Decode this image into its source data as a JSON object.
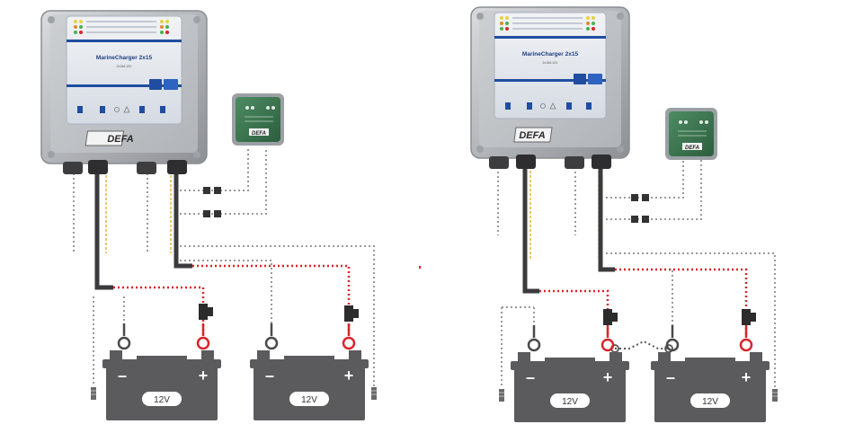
{
  "colors": {
    "wire_red": "#d8262b",
    "wire_dark": "#3b3b3d",
    "wire_dotted_grey": "#9a9a9a",
    "wire_yellow": "#e5b53a",
    "battery_body": "#5b5b5e",
    "charger_case": "#b9bcc0",
    "panel_blue": "#1f4ea1",
    "remote_green": "#3d7a55"
  },
  "left_setup": {
    "charger": {
      "model": "MarineCharger 2x15",
      "brand": "DEFA",
      "subtitle": "2x15A 12V"
    },
    "remote_panel": {
      "brand": "DEFA"
    },
    "batteries": [
      {
        "voltage": "12V",
        "minus": "–",
        "plus": "+"
      },
      {
        "voltage": "12V",
        "minus": "–",
        "plus": "+"
      }
    ]
  },
  "right_setup": {
    "charger": {
      "model": "MarineCharger 2x15",
      "brand": "DEFA",
      "subtitle": "2x15A 12V"
    },
    "remote_panel": {
      "brand": "DEFA"
    },
    "batteries": [
      {
        "voltage": "12V",
        "minus": "–",
        "plus": "+"
      },
      {
        "voltage": "12V",
        "minus": "–",
        "plus": "+"
      }
    ]
  }
}
